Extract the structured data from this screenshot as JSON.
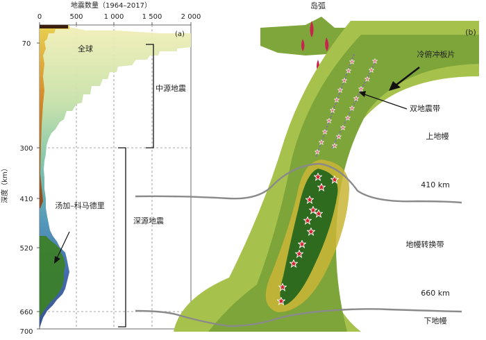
{
  "panel_a": {
    "panel_label": "(a)",
    "top_axis_title": "地震数量（1964–2017）",
    "top_ticks": [
      "0",
      "500",
      "1 000",
      "1 500",
      "2 000"
    ],
    "y_axis_title": "深度（km）",
    "y_ticks": [
      "70",
      "300",
      "410",
      "520",
      "660",
      "700"
    ],
    "label_global": "全球",
    "label_intermediate": "中源地震",
    "label_deep": "深源地震",
    "label_tonga": "汤加–科马德里"
  },
  "panel_b": {
    "panel_label": "(b)",
    "label_island_arc": "岛弧",
    "label_cold_slab": "冷俯冲板片",
    "label_double_zone": "双地震带",
    "label_upper_mantle": "上地幔",
    "label_410": "410 km",
    "label_transition_zone": "地幔转换带",
    "label_660": "660 km",
    "label_lower_mantle": "下地幔"
  },
  "colors": {
    "slab_outer": "#a6c34a",
    "slab_inner": "#6f9a32",
    "tonga_bar": "#2f6b1f",
    "global_band_top": "#e9e7a0",
    "global_band_mid": "#8ec9a8",
    "global_band_low": "#4c7fb3"
  }
}
